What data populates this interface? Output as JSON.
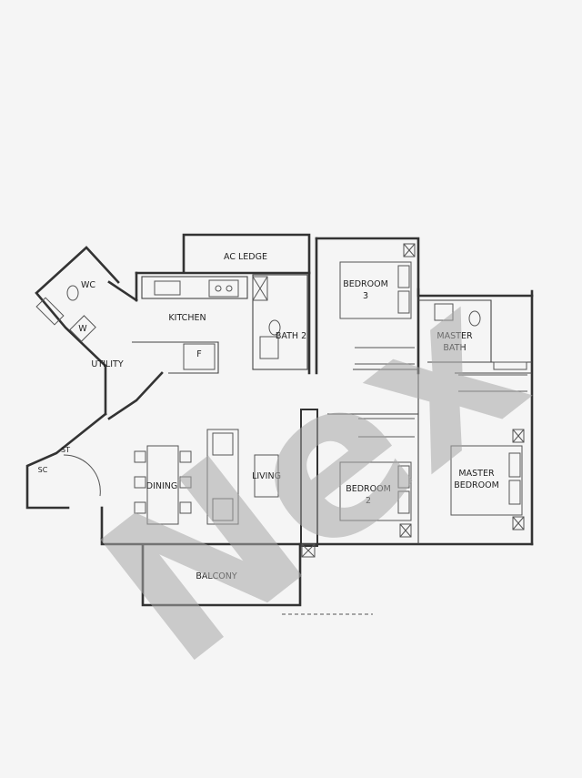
{
  "rooms": {
    "ac_ledge": "AC LEDGE",
    "wc": "WC",
    "kitchen": "KITCHEN",
    "bath2": "BATH 2",
    "utility": "UTILITY",
    "fridge": "F",
    "washer": "W",
    "bedroom3_line1": "BEDROOM",
    "bedroom3_line2": "3",
    "master_bath_line1": "MASTER",
    "master_bath_line2": "BATH",
    "dining": "DINING",
    "living": "LIVING",
    "bedroom2_line1": "BEDROOM",
    "bedroom2_line2": "2",
    "master_bedroom_line1": "MASTER",
    "master_bedroom_line2": "BEDROOM",
    "balcony": "BALCONY",
    "sc": "SC",
    "st": "ST"
  },
  "watermark": {
    "text": "Nex",
    "color": "#a8a8a8"
  }
}
